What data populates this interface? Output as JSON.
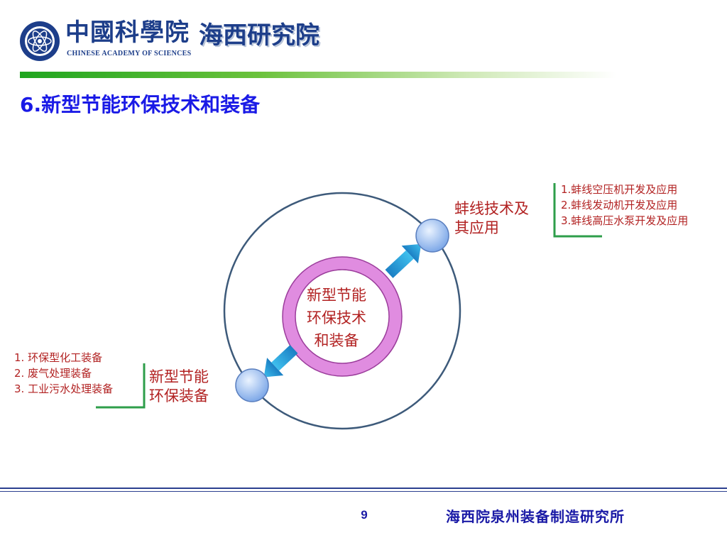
{
  "header": {
    "cas_name_cn": "中國科學院",
    "cas_name_en": "CHINESE ACADEMY OF SCIENCES",
    "institute": "海西研究院"
  },
  "slide": {
    "title": "6.新型节能环保技术和装备"
  },
  "diagram": {
    "center_label": "新型节能\n环保技术\n和装备",
    "nodes": [
      {
        "label": "蚌线技术及\n其应用",
        "items": [
          "1.蚌线空压机开发及应用",
          "2.蚌线发动机开发及应用",
          "3.蚌线高压水泵开发及应用"
        ]
      },
      {
        "label": "新型节能\n环保装备",
        "items": [
          "1. 环保型化工装备",
          "2. 废气处理装备",
          "3. 工业污水处理装备"
        ]
      }
    ],
    "colors": {
      "label_text": "#b22222",
      "ring_fill": "#e08ce0",
      "ring_stroke": "#9b3d9b",
      "orbit_stroke": "#3d5a7a",
      "node_fill": "#a8c8f0",
      "arrow_fill": "#2f9fd6",
      "bracket": "#2e9e4a"
    }
  },
  "footer": {
    "page_number": "9",
    "organization": "海西院泉州装备制造研究所"
  }
}
